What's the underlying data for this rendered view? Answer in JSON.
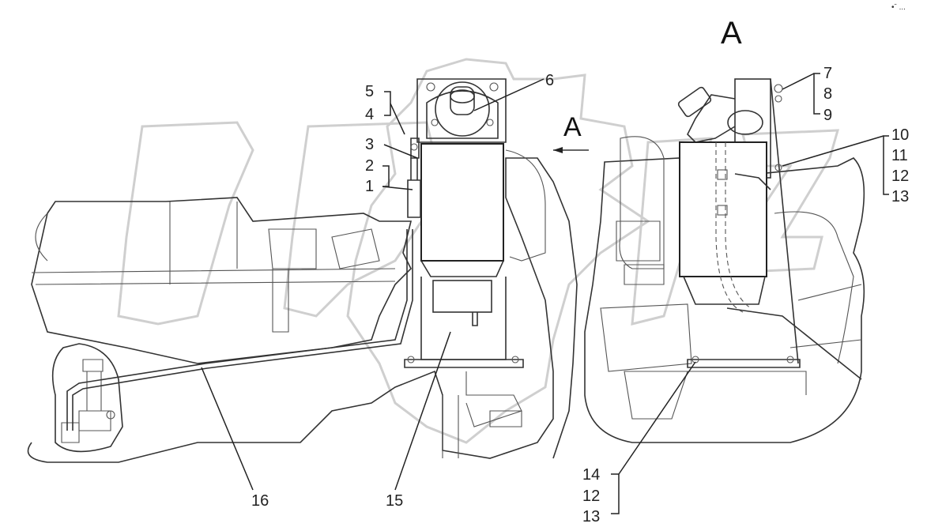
{
  "section_view": {
    "main_label": "A",
    "arrow_label": "A"
  },
  "corner_mark": "•ˉ ...",
  "callouts": {
    "c1": "1",
    "c2": "2",
    "c3": "3",
    "c4": "4",
    "c5": "5",
    "c6": "6",
    "c7": "7",
    "c8": "8",
    "c9": "9",
    "c10": "10",
    "c11": "11",
    "c12a": "12",
    "c13a": "13",
    "c14": "14",
    "c12b": "12",
    "c13b": "13",
    "c15": "15",
    "c16": "16"
  },
  "colors": {
    "line": "#222222",
    "watermark": "#cfcfcf",
    "background": "#ffffff"
  }
}
